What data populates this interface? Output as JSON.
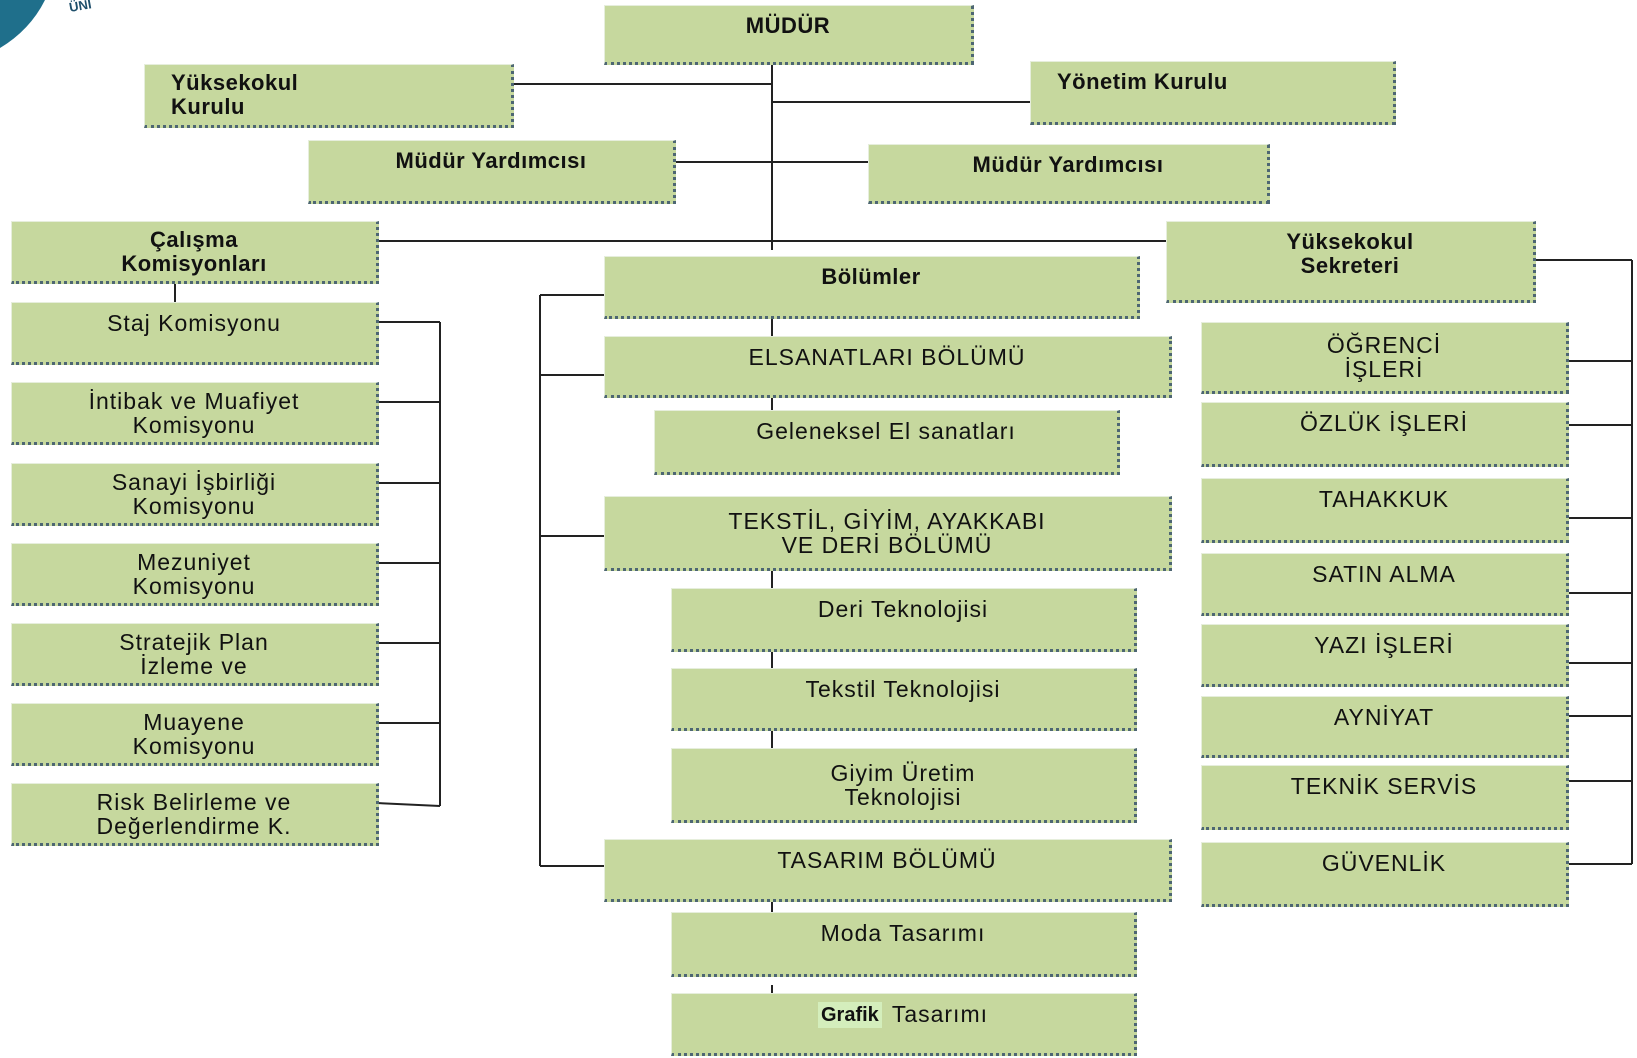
{
  "logo": {
    "text": "ÜNİ"
  },
  "boxes": {
    "mudur": "MÜDÜR",
    "yuksekokul_kurulu": "Yüksekokul\nKurulu",
    "yonetim_kurulu": "Yönetim Kurulu",
    "mudur_yardimcisi_left": "Müdür Yardımcısı",
    "mudur_yardimcisi_right": "Müdür Yardımcısı",
    "calisma_komisyonlari": "Çalışma\nKomisyonları",
    "bolumler": "Bölümler",
    "yuksekokul_sekreteri": "Yüksekokul\nSekreteri"
  },
  "commissions": [
    "Staj Komisyonu",
    "İntibak ve Muafiyet\nKomisyonu",
    "Sanayi İşbirliği\nKomisyonu",
    "Mezuniyet\nKomisyonu",
    "Stratejik Plan\nİzleme ve",
    "Muayene\nKomisyonu",
    "Risk Belirleme ve\nDeğerlendirme K."
  ],
  "departments": {
    "elsanatlari": "ELSANATLARI BÖLÜMÜ",
    "geleneksel": "Geleneksel El sanatları",
    "tekstil_bolum": "TEKSTİL, GİYİM, AYAKKABI\nVE DERİ BÖLÜMÜ",
    "deri": "Deri Teknolojisi",
    "tekstil_tek": "Tekstil Teknolojisi",
    "giyim": "Giyim Üretim\nTeknolojisi",
    "tasarim_bolum": "TASARIM BÖLÜMÜ",
    "moda": "Moda Tasarımı",
    "grafik_chip": "Grafik",
    "grafik_rest": "Tasarımı"
  },
  "secretariat_units": [
    "ÖĞRENCİ\nİŞLERİ",
    "ÖZLÜK İŞLERİ",
    "TAHAKKUK",
    "SATIN ALMA",
    "YAZI İŞLERİ",
    "AYNİYAT",
    "TEKNİK SERVİS",
    "GÜVENLİK"
  ],
  "colors": {
    "box_fill": "#c6d89e",
    "box_shadow": "#4d6673",
    "line": "#222222",
    "logo": "#1f6f8b"
  }
}
